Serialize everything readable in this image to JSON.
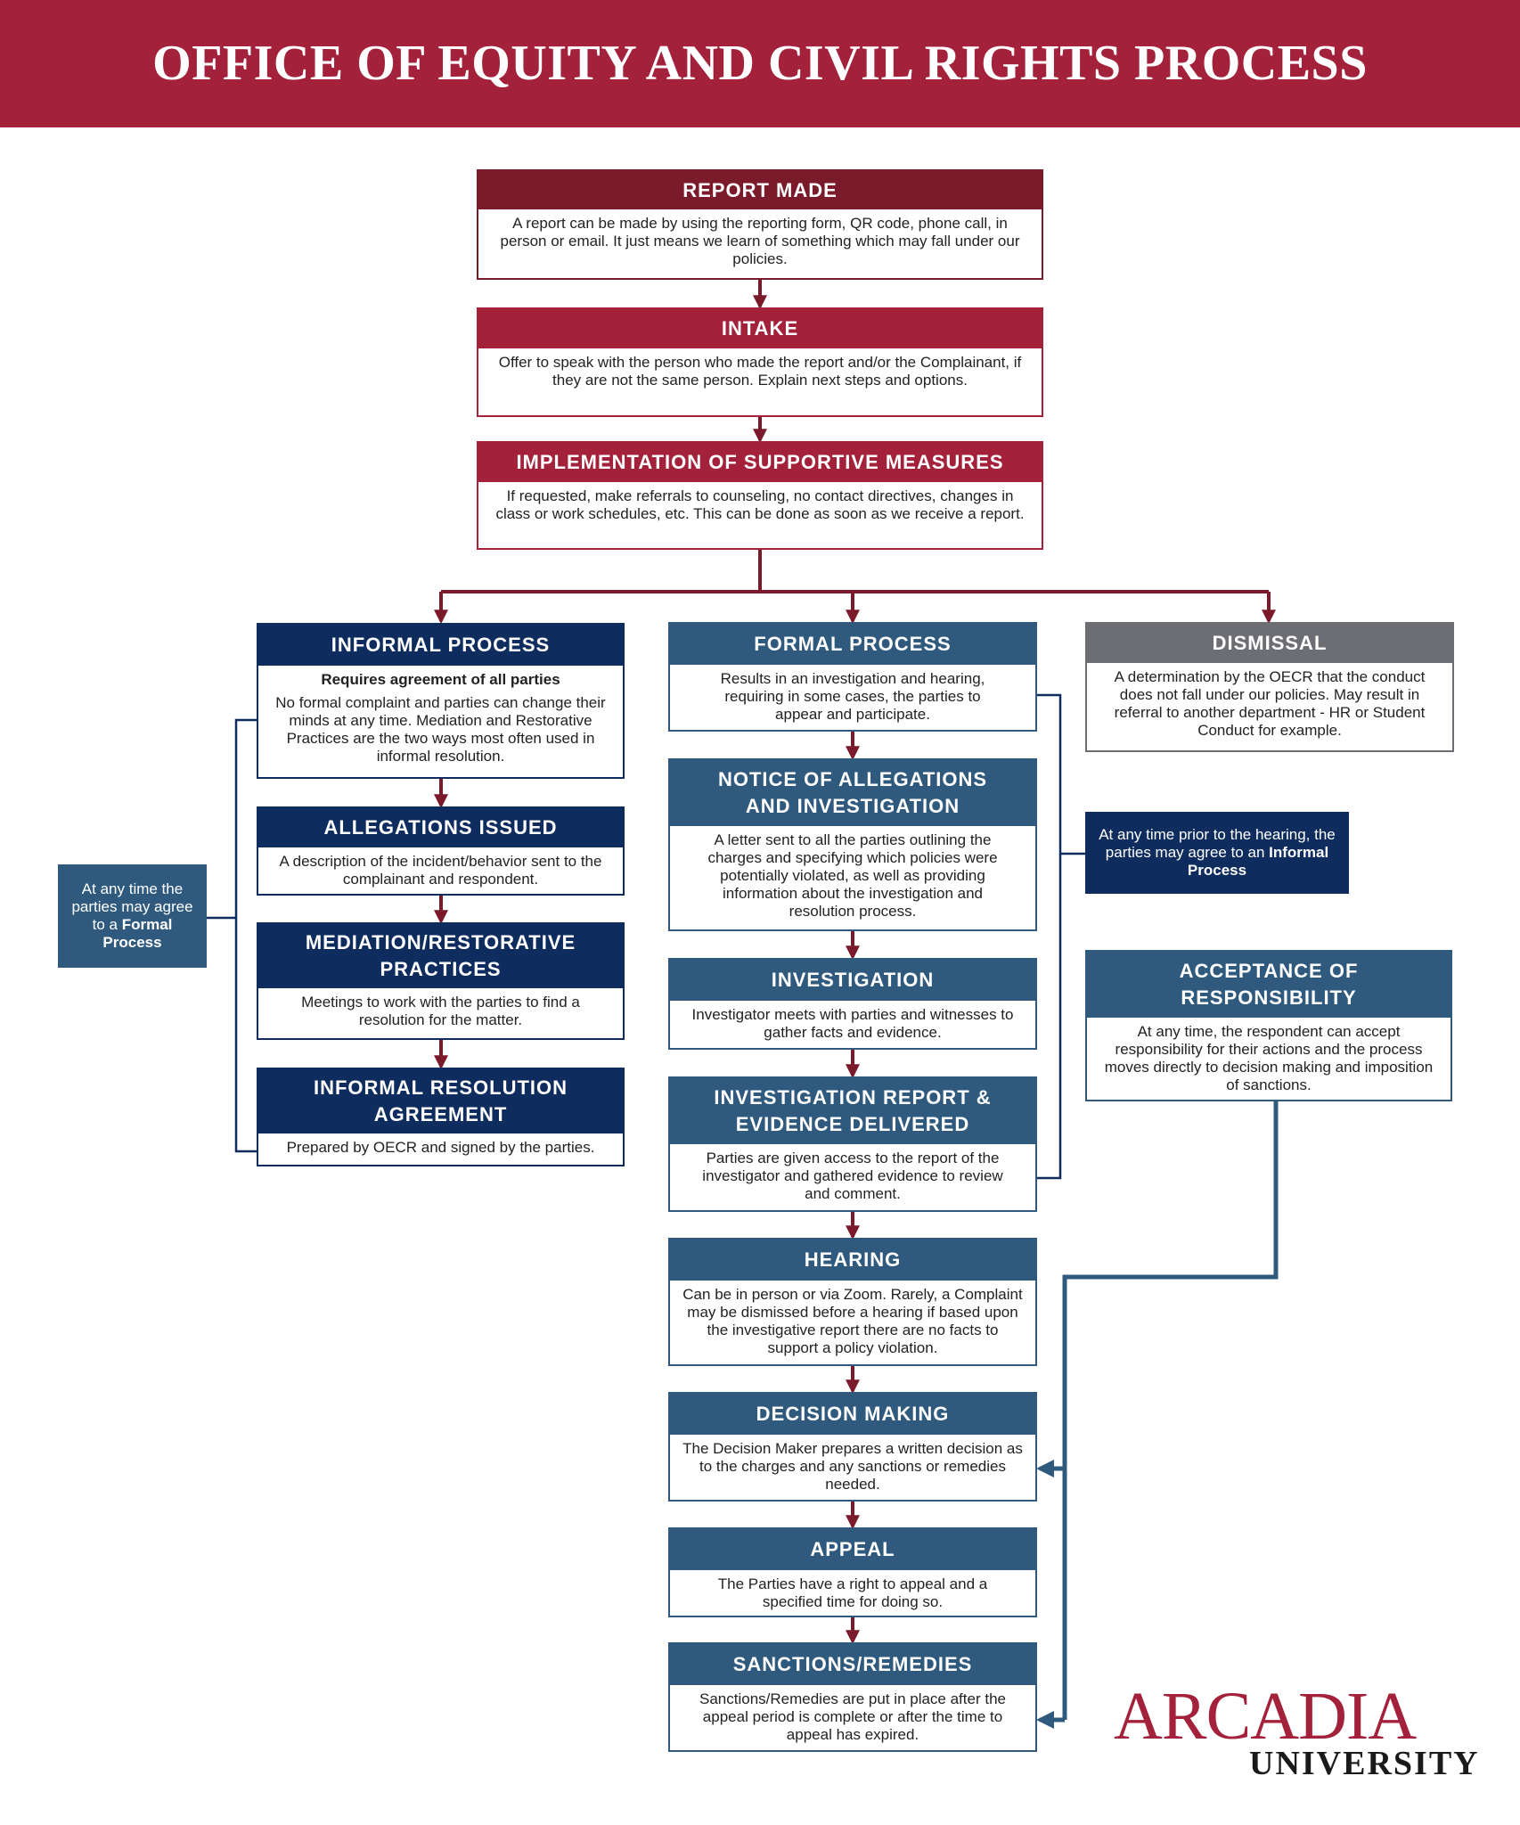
{
  "title": "OFFICE OF EQUITY AND CIVIL RIGHTS PROCESS",
  "colors": {
    "maroon": "#a3213a",
    "dark_maroon": "#7a1a2b",
    "navy": "#0e2d5e",
    "steel_blue": "#2f5a7e",
    "gray": "#6c6e73"
  },
  "report": {
    "title": "REPORT MADE",
    "body": "A report can be made by using the reporting form, QR code, phone call, in person or email. It just means we learn of something which may fall under our policies."
  },
  "intake": {
    "title": "INTAKE",
    "body": "Offer to speak with the person who made the report and/or the Complainant, if they are not the same person. Explain next steps and options."
  },
  "supportive": {
    "title": "IMPLEMENTATION OF SUPPORTIVE MEASURES",
    "body": "If requested, make referrals to counseling, no contact directives, changes in class or work schedules, etc. This can be done as soon as we receive a report."
  },
  "informal": {
    "title": "INFORMAL PROCESS",
    "strong": "Requires agreement of all parties",
    "body": "No formal complaint and parties can change their minds at any time. Mediation and Restorative Practices are the two ways most often used in informal resolution."
  },
  "allegations": {
    "title": "ALLEGATIONS ISSUED",
    "body": "A description of the incident/behavior sent to the complainant and respondent."
  },
  "mediation": {
    "title": "MEDIATION/RESTORATIVE PRACTICES",
    "body": "Meetings to work with the parties to find a resolution for the matter."
  },
  "ira": {
    "title": "INFORMAL RESOLUTION AGREEMENT",
    "body": "Prepared by OECR and signed by the parties."
  },
  "formal": {
    "title": "FORMAL PROCESS",
    "body": "Results in an investigation and hearing, requiring in some cases, the parties to appear  and participate."
  },
  "notice": {
    "title": "NOTICE OF ALLEGATIONS AND INVESTIGATION",
    "body": "A letter sent to all the parties outlining the charges and specifying which policies were potentially violated, as well as providing information about the investigation and resolution process."
  },
  "investigation": {
    "title": "INVESTIGATION",
    "body": "Investigator meets with parties and witnesses to gather facts and evidence."
  },
  "report_delivered": {
    "title": "INVESTIGATION REPORT & EVIDENCE DELIVERED",
    "body": "Parties are given access to the report of the investigator and gathered evidence to review and comment."
  },
  "hearing": {
    "title": "HEARING",
    "body": "Can be in person or via Zoom. Rarely, a Complaint may be dismissed before a hearing if based upon the investigative report there are no facts to support a policy violation."
  },
  "decision": {
    "title": "DECISION MAKING",
    "body": "The Decision Maker prepares a written decision as to the charges and any sanctions or remedies needed."
  },
  "appeal": {
    "title": "APPEAL",
    "body": "The Parties have a right to appeal and a specified time for doing so."
  },
  "sanctions": {
    "title": "SANCTIONS/REMEDIES",
    "body": "Sanctions/Remedies are put in place after the appeal period is complete or after the time to appeal has expired."
  },
  "dismissal": {
    "title": "DISMISSAL",
    "body": "A determination by the OECR that the conduct does not fall under our policies. May result in referral to another department - HR or Student Conduct for example."
  },
  "acceptance": {
    "title": "ACCEPTANCE OF RESPONSIBILITY",
    "body": "At any time, the respondent can accept responsibility for their actions and the process moves directly to decision making and imposition of sanctions."
  },
  "note_formal": {
    "text": "At any time the parties may agree to a",
    "bold": "Formal Process"
  },
  "note_informal": {
    "text": "At any time prior to the hearing, the parties may agree to an",
    "bold": "Informal Process"
  },
  "logo": {
    "name": "ARCADIA",
    "sub": "UNIVERSITY"
  }
}
